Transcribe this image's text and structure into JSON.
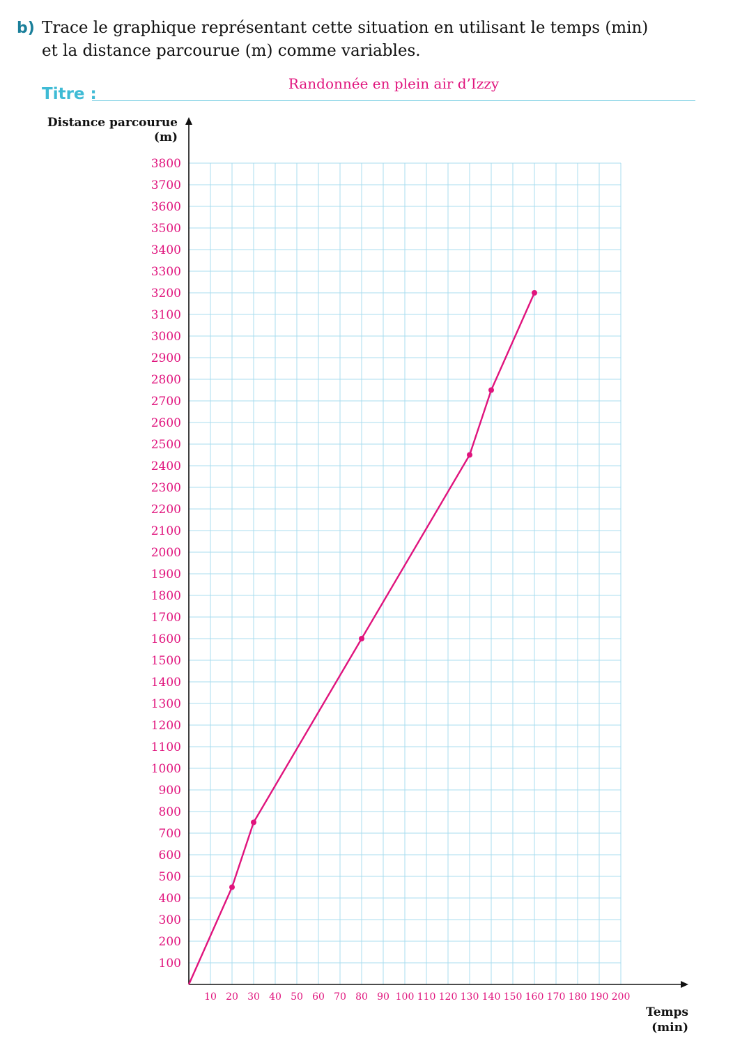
{
  "question": {
    "label": "b)",
    "line1": "Trace le graphique représentant cette situation en utilisant le temps (min)",
    "line2": "et la distance parcourue (m) comme variables."
  },
  "title": {
    "label": "Titre :",
    "value": "Randonnée en plein air d’Izzy"
  },
  "chart_data": {
    "type": "line",
    "title": "Randonnée en plein air d’Izzy",
    "ylabel_line1": "Distance parcourue",
    "ylabel_line2": "(m)",
    "xlabel_line1": "Temps",
    "xlabel_line2": "(min)",
    "xlim": [
      0,
      200
    ],
    "ylim": [
      0,
      3800
    ],
    "x_ticks": [
      10,
      20,
      30,
      40,
      50,
      60,
      70,
      80,
      90,
      100,
      110,
      120,
      130,
      140,
      150,
      160,
      170,
      180,
      190,
      200
    ],
    "y_ticks": [
      100,
      200,
      300,
      400,
      500,
      600,
      700,
      800,
      900,
      1000,
      1100,
      1200,
      1300,
      1400,
      1500,
      1600,
      1700,
      1800,
      1900,
      2000,
      2100,
      2200,
      2300,
      2400,
      2500,
      2600,
      2700,
      2800,
      2900,
      3000,
      3100,
      3200,
      3300,
      3400,
      3500,
      3600,
      3700,
      3800
    ],
    "grid": true,
    "series": [
      {
        "x": [
          0,
          20,
          30,
          80,
          130,
          140,
          160
        ],
        "y": [
          0,
          450,
          750,
          1600,
          2450,
          2750,
          3200
        ]
      }
    ],
    "colors": {
      "line": "#e0147d",
      "grid": "#a9dcef",
      "axis": "#111111",
      "tick_text": "#e0147d"
    }
  }
}
